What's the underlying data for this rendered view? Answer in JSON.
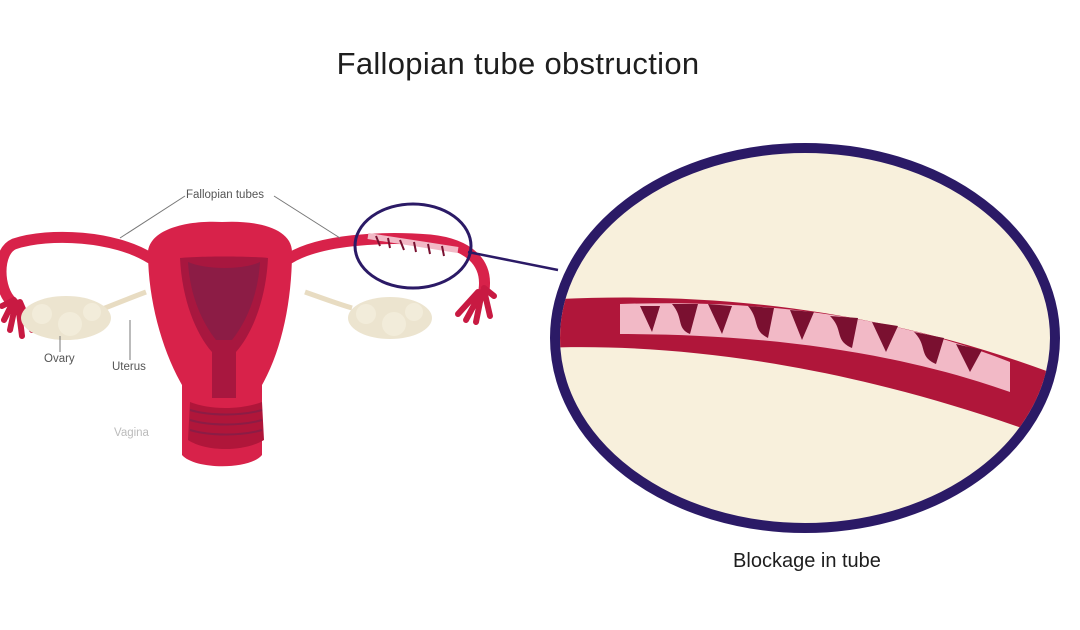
{
  "title": "Fallopian tube obstruction",
  "labels": {
    "fallopian_tubes": "Fallopian tubes",
    "ovary": "Ovary",
    "uterus": "Uterus",
    "vagina": "Vagina"
  },
  "caption": "Blockage in tube",
  "colors": {
    "uterus": "#d8224a",
    "uterus_dark": "#b0163a",
    "cavity": "#8c1c45",
    "ovary": "#ece4cf",
    "tube_lumen": "#f2b9c6",
    "blockage": "#7a1030",
    "magnifier_fill": "#f8f0dc",
    "magnifier_ring": "#2b1a66"
  }
}
